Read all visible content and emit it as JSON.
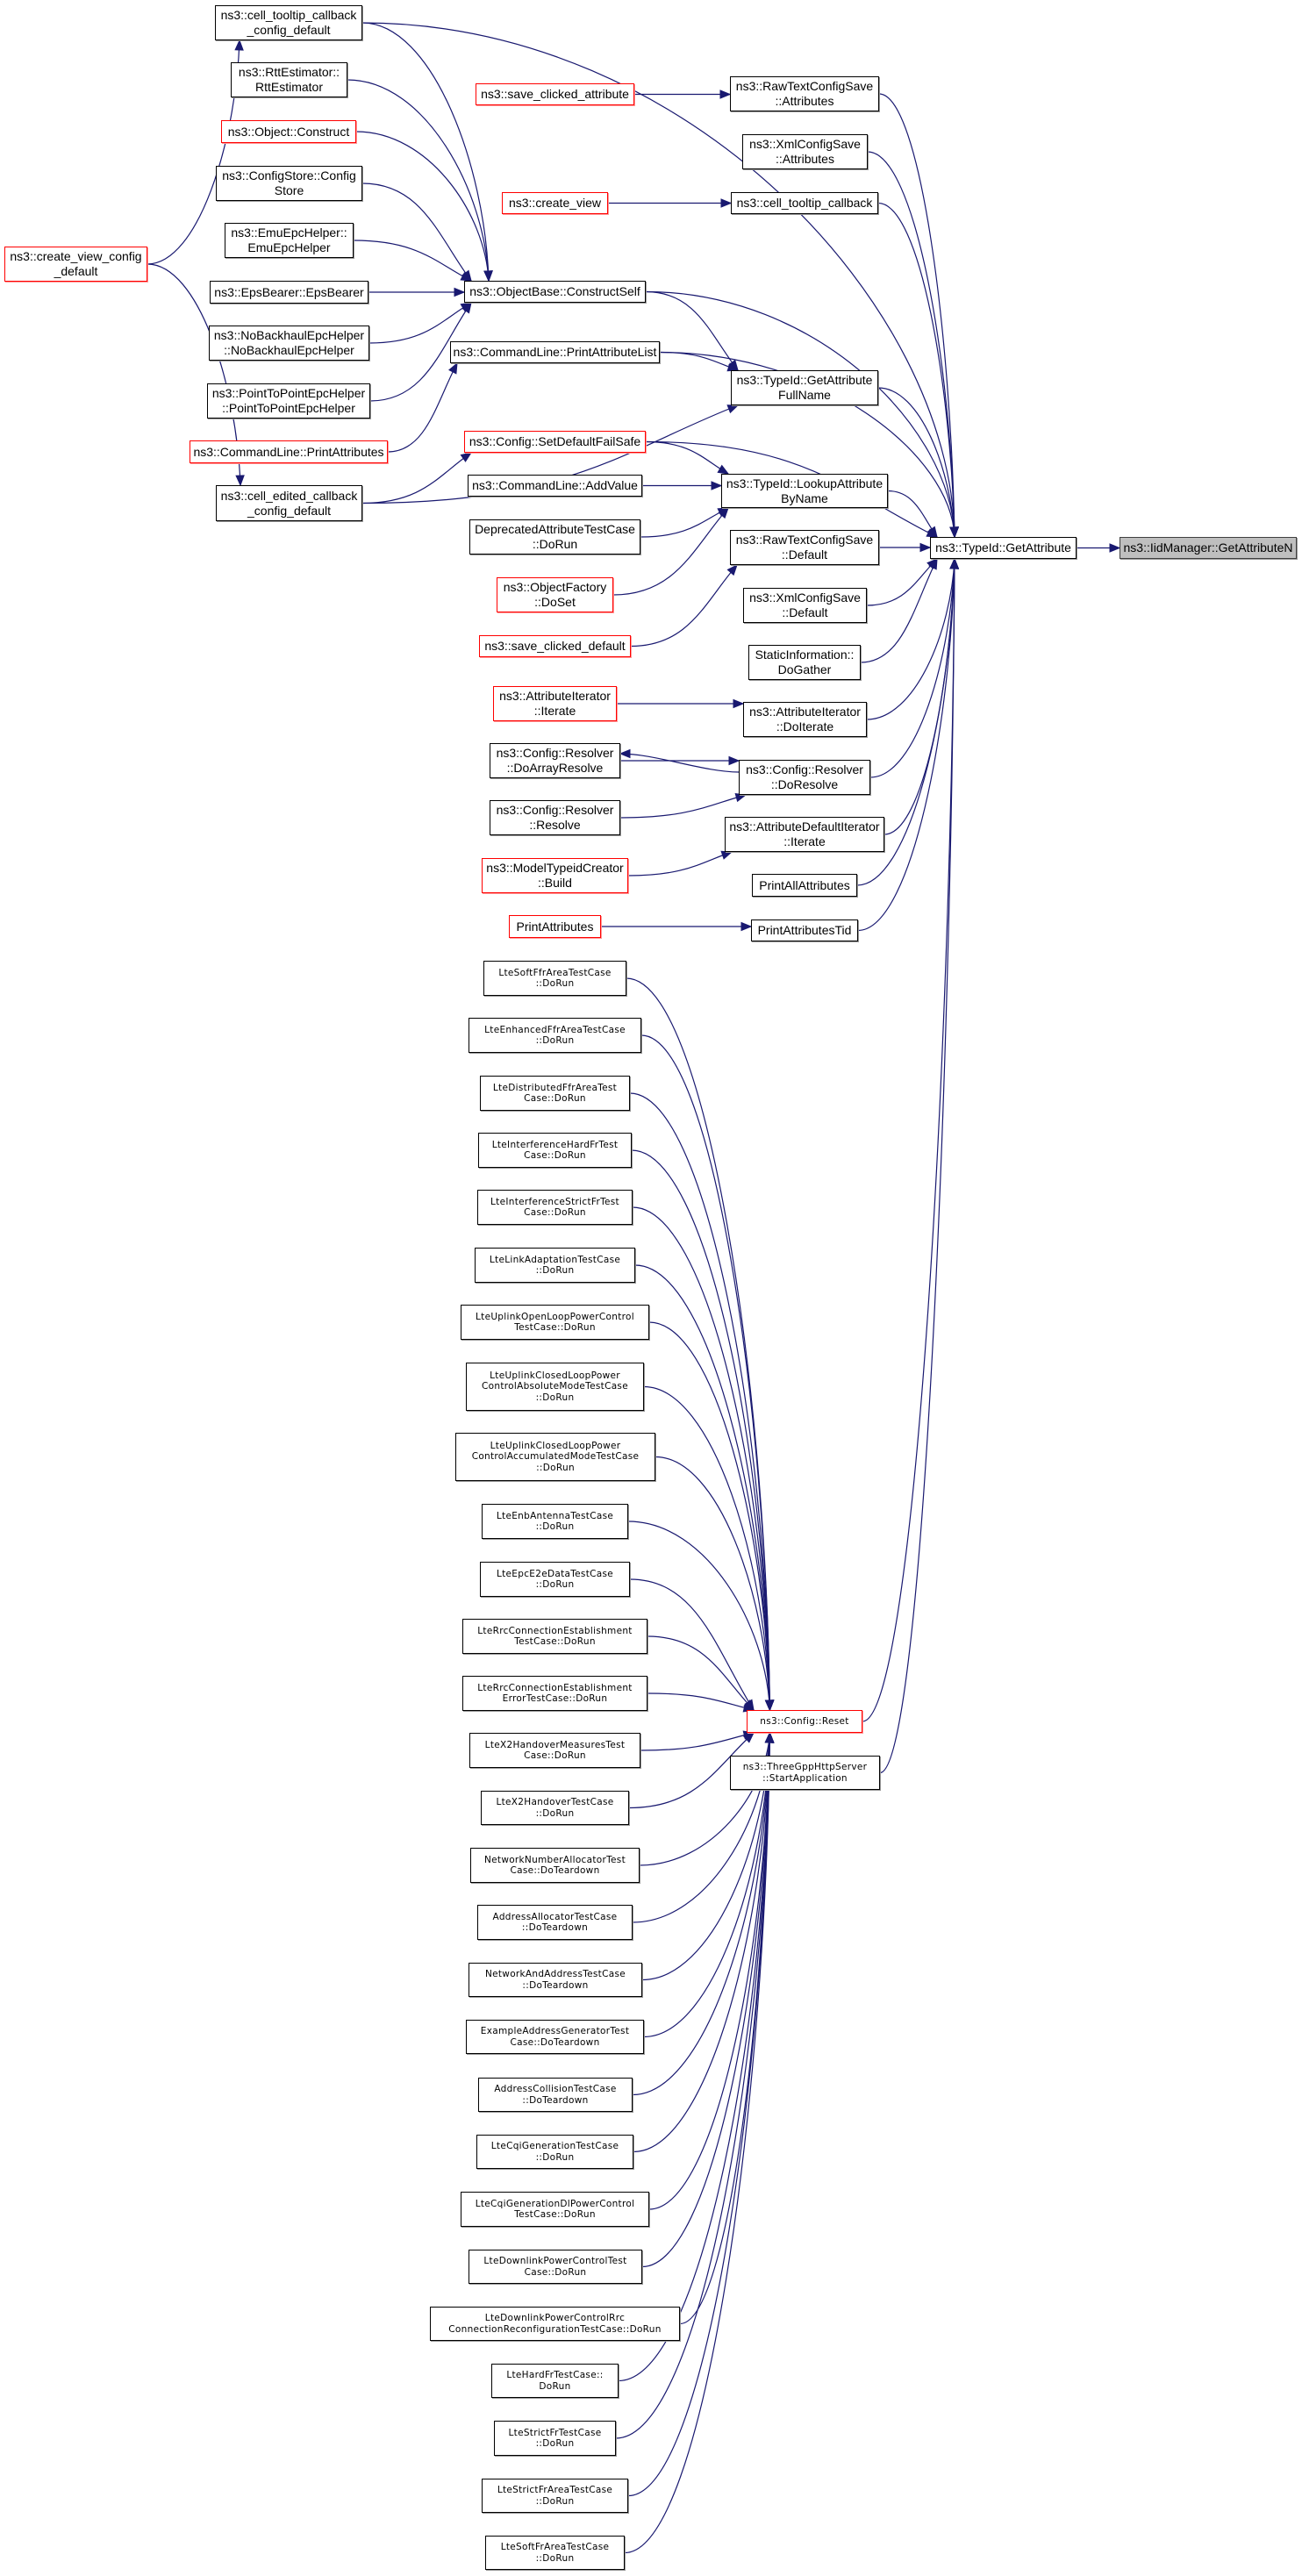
{
  "colors": {
    "edge": "#191970",
    "normal_border": "#000000",
    "truncated_border": "#ff0000",
    "focus_fill": "#bfbfbf"
  },
  "nodes": [
    {
      "id": "ctcd",
      "lines": [
        "ns3::cell_tooltip_callback",
        "_config_default"
      ],
      "style": "normal"
    },
    {
      "id": "rtt",
      "lines": [
        "ns3::RttEstimator::",
        "RttEstimator"
      ],
      "style": "normal"
    },
    {
      "id": "objc",
      "lines": [
        "ns3::Object::Construct"
      ],
      "style": "red"
    },
    {
      "id": "cfgs",
      "lines": [
        "ns3::ConfigStore::Config",
        "Store"
      ],
      "style": "normal"
    },
    {
      "id": "emu",
      "lines": [
        "ns3::EmuEpcHelper::",
        "EmuEpcHelper"
      ],
      "style": "normal"
    },
    {
      "id": "eps",
      "lines": [
        "ns3::EpsBearer::EpsBearer"
      ],
      "style": "normal"
    },
    {
      "id": "nobh",
      "lines": [
        "ns3::NoBackhaulEpcHelper",
        "::NoBackhaulEpcHelper"
      ],
      "style": "normal"
    },
    {
      "id": "p2p",
      "lines": [
        "ns3::PointToPointEpcHelper",
        "::PointToPointEpcHelper"
      ],
      "style": "normal"
    },
    {
      "id": "cmdpa",
      "lines": [
        "ns3::CommandLine::PrintAttributes"
      ],
      "style": "red"
    },
    {
      "id": "cecd",
      "lines": [
        "ns3::cell_edited_callback",
        "_config_default"
      ],
      "style": "normal"
    },
    {
      "id": "cvcd",
      "lines": [
        "ns3::create_view_config",
        "_default"
      ],
      "style": "red"
    },
    {
      "id": "sca",
      "lines": [
        "ns3::save_clicked_attribute"
      ],
      "style": "red"
    },
    {
      "id": "cv",
      "lines": [
        "ns3::create_view"
      ],
      "style": "red"
    },
    {
      "id": "cs",
      "lines": [
        "ns3::ObjectBase::ConstructSelf"
      ],
      "style": "normal"
    },
    {
      "id": "pal",
      "lines": [
        "ns3::CommandLine::PrintAttributeList"
      ],
      "style": "normal"
    },
    {
      "id": "sdfs",
      "lines": [
        "ns3::Config::SetDefaultFailSafe"
      ],
      "style": "red"
    },
    {
      "id": "av",
      "lines": [
        "ns3::CommandLine::AddValue"
      ],
      "style": "normal"
    },
    {
      "id": "dep",
      "lines": [
        "DeprecatedAttributeTestCase",
        "::DoRun"
      ],
      "style": "normal"
    },
    {
      "id": "ofds",
      "lines": [
        "ns3::ObjectFactory",
        "::DoSet"
      ],
      "style": "red"
    },
    {
      "id": "scd",
      "lines": [
        "ns3::save_clicked_default"
      ],
      "style": "red"
    },
    {
      "id": "aii",
      "lines": [
        "ns3::AttributeIterator",
        "::Iterate"
      ],
      "style": "red"
    },
    {
      "id": "dar",
      "lines": [
        "ns3::Config::Resolver",
        "::DoArrayResolve"
      ],
      "style": "normal"
    },
    {
      "id": "res",
      "lines": [
        "ns3::Config::Resolver",
        "::Resolve"
      ],
      "style": "normal"
    },
    {
      "id": "mtc",
      "lines": [
        "ns3::ModelTypeidCreator",
        "::Build"
      ],
      "style": "red"
    },
    {
      "id": "pa",
      "lines": [
        "PrintAttributes"
      ],
      "style": "red"
    },
    {
      "id": "rta",
      "lines": [
        "ns3::RawTextConfigSave",
        "::Attributes"
      ],
      "style": "normal"
    },
    {
      "id": "xa",
      "lines": [
        "ns3::XmlConfigSave",
        "::Attributes"
      ],
      "style": "normal"
    },
    {
      "id": "ctc",
      "lines": [
        "ns3::cell_tooltip_callback"
      ],
      "style": "normal"
    },
    {
      "id": "gafn",
      "lines": [
        "ns3::TypeId::GetAttribute",
        "FullName"
      ],
      "style": "normal"
    },
    {
      "id": "lab",
      "lines": [
        "ns3::TypeId::LookupAttribute",
        "ByName"
      ],
      "style": "normal"
    },
    {
      "id": "rtd",
      "lines": [
        "ns3::RawTextConfigSave",
        "::Default"
      ],
      "style": "normal"
    },
    {
      "id": "xd",
      "lines": [
        "ns3::XmlConfigSave",
        "::Default"
      ],
      "style": "normal"
    },
    {
      "id": "si",
      "lines": [
        "StaticInformation::",
        "DoGather"
      ],
      "style": "normal"
    },
    {
      "id": "dit",
      "lines": [
        "ns3::AttributeIterator",
        "::DoIterate"
      ],
      "style": "normal"
    },
    {
      "id": "dr",
      "lines": [
        "ns3::Config::Resolver",
        "::DoResolve"
      ],
      "style": "normal"
    },
    {
      "id": "adi",
      "lines": [
        "ns3::AttributeDefaultIterator",
        "::Iterate"
      ],
      "style": "normal"
    },
    {
      "id": "paa",
      "lines": [
        "PrintAllAttributes"
      ],
      "style": "normal"
    },
    {
      "id": "pat",
      "lines": [
        "PrintAttributesTid"
      ],
      "style": "normal"
    },
    {
      "id": "ga",
      "lines": [
        "ns3::TypeId::GetAttribute"
      ],
      "style": "normal"
    },
    {
      "id": "gan",
      "lines": [
        "ns3::IidManager::GetAttributeN"
      ],
      "style": "gray"
    },
    {
      "id": "reset",
      "lines": [
        "ns3::Config::Reset"
      ],
      "style": "red"
    },
    {
      "id": "tgpp",
      "lines": [
        "ns3::ThreeGppHttpServer",
        "::StartApplication"
      ],
      "style": "lower"
    },
    {
      "id": "l1",
      "lines": [
        "LteSoftFfrAreaTestCase",
        "::DoRun"
      ],
      "style": "lower"
    },
    {
      "id": "l2",
      "lines": [
        "LteEnhancedFfrAreaTestCase",
        "::DoRun"
      ],
      "style": "lower"
    },
    {
      "id": "l3",
      "lines": [
        "LteDistributedFfrAreaTest",
        "Case::DoRun"
      ],
      "style": "lower"
    },
    {
      "id": "l4",
      "lines": [
        "LteInterferenceHardFrTest",
        "Case::DoRun"
      ],
      "style": "lower"
    },
    {
      "id": "l5",
      "lines": [
        "LteInterferenceStrictFrTest",
        "Case::DoRun"
      ],
      "style": "lower"
    },
    {
      "id": "l6",
      "lines": [
        "LteLinkAdaptationTestCase",
        "::DoRun"
      ],
      "style": "lower"
    },
    {
      "id": "l7",
      "lines": [
        "LteUplinkOpenLoopPowerControl",
        "TestCase::DoRun"
      ],
      "style": "lower"
    },
    {
      "id": "l8",
      "lines": [
        "LteUplinkClosedLoopPower",
        "ControlAbsoluteModeTestCase",
        "::DoRun"
      ],
      "style": "lower"
    },
    {
      "id": "l9",
      "lines": [
        "LteUplinkClosedLoopPower",
        "ControlAccumulatedModeTestCase",
        "::DoRun"
      ],
      "style": "lower"
    },
    {
      "id": "l10",
      "lines": [
        "LteEnbAntennaTestCase",
        "::DoRun"
      ],
      "style": "lower"
    },
    {
      "id": "l11",
      "lines": [
        "LteEpcE2eDataTestCase",
        "::DoRun"
      ],
      "style": "lower"
    },
    {
      "id": "l12",
      "lines": [
        "LteRrcConnectionEstablishment",
        "TestCase::DoRun"
      ],
      "style": "lower"
    },
    {
      "id": "l13",
      "lines": [
        "LteRrcConnectionEstablishment",
        "ErrorTestCase::DoRun"
      ],
      "style": "lower"
    },
    {
      "id": "l14",
      "lines": [
        "LteX2HandoverMeasuresTest",
        "Case::DoRun"
      ],
      "style": "lower"
    },
    {
      "id": "l15",
      "lines": [
        "LteX2HandoverTestCase",
        "::DoRun"
      ],
      "style": "lower"
    },
    {
      "id": "l16",
      "lines": [
        "NetworkNumberAllocatorTest",
        "Case::DoTeardown"
      ],
      "style": "lower"
    },
    {
      "id": "l17",
      "lines": [
        "AddressAllocatorTestCase",
        "::DoTeardown"
      ],
      "style": "lower"
    },
    {
      "id": "l18",
      "lines": [
        "NetworkAndAddressTestCase",
        "::DoTeardown"
      ],
      "style": "lower"
    },
    {
      "id": "l19",
      "lines": [
        "ExampleAddressGeneratorTest",
        "Case::DoTeardown"
      ],
      "style": "lower"
    },
    {
      "id": "l20",
      "lines": [
        "AddressCollisionTestCase",
        "::DoTeardown"
      ],
      "style": "lower"
    },
    {
      "id": "l21",
      "lines": [
        "LteCqiGenerationTestCase",
        "::DoRun"
      ],
      "style": "lower"
    },
    {
      "id": "l22",
      "lines": [
        "LteCqiGenerationDlPowerControl",
        "TestCase::DoRun"
      ],
      "style": "lower"
    },
    {
      "id": "l23",
      "lines": [
        "LteDownlinkPowerControlTest",
        "Case::DoRun"
      ],
      "style": "lower"
    },
    {
      "id": "l24",
      "lines": [
        "LteDownlinkPowerControlRrc",
        "ConnectionReconfigurationTestCase::DoRun"
      ],
      "style": "lower"
    },
    {
      "id": "l25",
      "lines": [
        "LteHardFrTestCase::",
        "DoRun"
      ],
      "style": "lower"
    },
    {
      "id": "l26",
      "lines": [
        "LteStrictFrTestCase",
        "::DoRun"
      ],
      "style": "lower"
    },
    {
      "id": "l27",
      "lines": [
        "LteStrictFrAreaTestCase",
        "::DoRun"
      ],
      "style": "lower"
    },
    {
      "id": "l28",
      "lines": [
        "LteSoftFrAreaTestCase",
        "::DoRun"
      ],
      "style": "lower"
    }
  ],
  "edges": [
    [
      "cvcd",
      "ctcd"
    ],
    [
      "cvcd",
      "cecd"
    ],
    [
      "ctcd",
      "cs"
    ],
    [
      "ctcd",
      "ga"
    ],
    [
      "rtt",
      "cs"
    ],
    [
      "objc",
      "cs"
    ],
    [
      "cfgs",
      "cs"
    ],
    [
      "emu",
      "cs"
    ],
    [
      "eps",
      "cs"
    ],
    [
      "nobh",
      "cs"
    ],
    [
      "p2p",
      "cs"
    ],
    [
      "cmdpa",
      "pal"
    ],
    [
      "cecd",
      "sdfs"
    ],
    [
      "cecd",
      "gafn"
    ],
    [
      "sca",
      "rta"
    ],
    [
      "cv",
      "ctc"
    ],
    [
      "cs",
      "gafn"
    ],
    [
      "cs",
      "ga"
    ],
    [
      "pal",
      "gafn"
    ],
    [
      "pal",
      "ga"
    ],
    [
      "sdfs",
      "lab"
    ],
    [
      "sdfs",
      "ga"
    ],
    [
      "av",
      "lab"
    ],
    [
      "dep",
      "lab"
    ],
    [
      "ofds",
      "lab"
    ],
    [
      "scd",
      "rtd"
    ],
    [
      "aii",
      "dit"
    ],
    [
      "dr",
      "dar",
      "reverse"
    ],
    [
      "dar",
      "dr"
    ],
    [
      "res",
      "dr"
    ],
    [
      "mtc",
      "adi"
    ],
    [
      "pa",
      "pat"
    ],
    [
      "rta",
      "ga"
    ],
    [
      "xa",
      "ga"
    ],
    [
      "ctc",
      "ga"
    ],
    [
      "gafn",
      "ga"
    ],
    [
      "lab",
      "ga"
    ],
    [
      "rtd",
      "ga"
    ],
    [
      "xd",
      "ga"
    ],
    [
      "si",
      "ga"
    ],
    [
      "dit",
      "ga"
    ],
    [
      "dr",
      "ga"
    ],
    [
      "adi",
      "ga"
    ],
    [
      "paa",
      "ga"
    ],
    [
      "pat",
      "ga"
    ],
    [
      "reset",
      "ga"
    ],
    [
      "tgpp",
      "ga"
    ],
    [
      "ga",
      "gan"
    ],
    [
      "l1",
      "reset"
    ],
    [
      "l2",
      "reset"
    ],
    [
      "l3",
      "reset"
    ],
    [
      "l4",
      "reset"
    ],
    [
      "l5",
      "reset"
    ],
    [
      "l6",
      "reset"
    ],
    [
      "l7",
      "reset"
    ],
    [
      "l8",
      "reset"
    ],
    [
      "l9",
      "reset"
    ],
    [
      "l10",
      "reset"
    ],
    [
      "l11",
      "reset"
    ],
    [
      "l12",
      "reset"
    ],
    [
      "l13",
      "reset"
    ],
    [
      "l14",
      "reset"
    ],
    [
      "l15",
      "reset"
    ],
    [
      "l16",
      "reset"
    ],
    [
      "l17",
      "reset"
    ],
    [
      "l18",
      "reset"
    ],
    [
      "l19",
      "reset"
    ],
    [
      "l20",
      "reset"
    ],
    [
      "l21",
      "reset"
    ],
    [
      "l22",
      "reset"
    ],
    [
      "l23",
      "reset"
    ],
    [
      "l24",
      "reset"
    ],
    [
      "l25",
      "reset"
    ],
    [
      "l26",
      "reset"
    ],
    [
      "l27",
      "reset"
    ],
    [
      "l28",
      "reset"
    ]
  ]
}
